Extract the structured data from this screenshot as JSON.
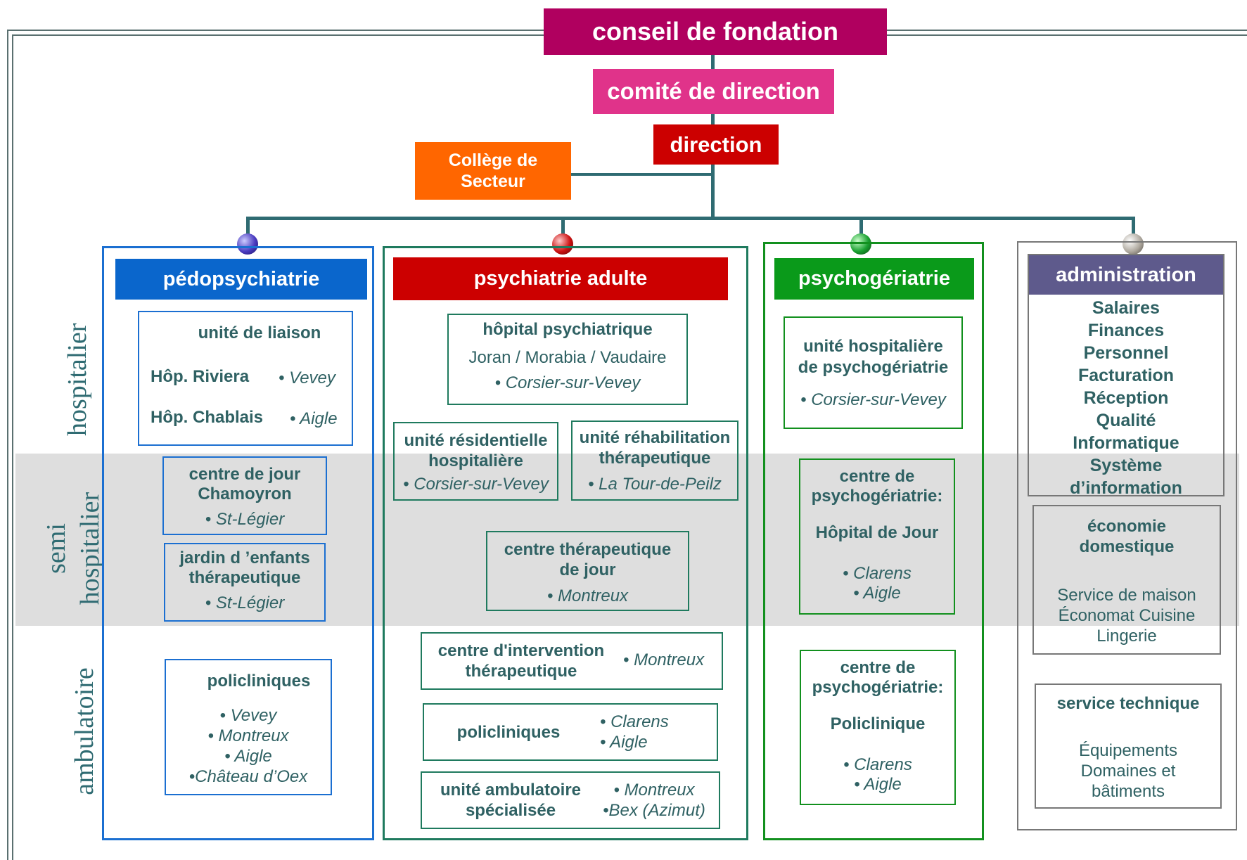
{
  "top": {
    "conseil": "conseil de fondation",
    "comite": "comité de direction",
    "direction": "direction",
    "college_line1": "Collège de",
    "college_line2": "Secteur"
  },
  "row_labels": {
    "hospitalier": "hospitalier",
    "semi_line1": "semi",
    "semi_line2": "hospitalier",
    "ambulatoire": "ambulatoire"
  },
  "colors": {
    "conseil": "#b0005f",
    "comite": "#e0338a",
    "direction": "#cc0000",
    "college": "#ff6600",
    "pedo": "#0a66cc",
    "adulte": "#cc0000",
    "geria": "#0a9a1a",
    "admin": "#5e5a8c"
  },
  "pedo": {
    "title": "pédopsychiatrie",
    "liaison": {
      "title": "unité de liaison",
      "riviera": "Hôp. Riviera",
      "riviera_loc": "• Vevey",
      "chablais": "Hôp. Chablais",
      "chablais_loc": "• Aigle"
    },
    "centre_jour": {
      "line1": "centre de jour",
      "line2": "Chamoyron",
      "loc": "• St-Légier"
    },
    "jardin": {
      "line1": "jardin d ’enfants",
      "line2": "thérapeutique",
      "loc": "• St-Légier"
    },
    "policliniques": {
      "title": "policliniques",
      "locs": [
        "• Vevey",
        "• Montreux",
        "• Aigle",
        "•Château d’Oex"
      ]
    }
  },
  "adulte": {
    "title": "psychiatrie adulte",
    "hopital": {
      "title": "hôpital psychiatrique",
      "sites": "Joran / Morabia / Vaudaire",
      "loc": "• Corsier-sur-Vevey"
    },
    "residentielle": {
      "line1": "unité résidentielle",
      "line2": "hospitalière",
      "loc": "• Corsier-sur-Vevey"
    },
    "rehabilitation": {
      "line1": "unité réhabilitation",
      "line2": "thérapeutique",
      "loc": "• La Tour-de-Peilz"
    },
    "centre_therap": {
      "line1": "centre thérapeutique",
      "line2": "de jour",
      "loc": "• Montreux"
    },
    "intervention": {
      "line1": "centre d'intervention",
      "line2": "thérapeutique",
      "loc": "• Montreux"
    },
    "policliniques": {
      "title": "policliniques",
      "loc1": "• Clarens",
      "loc2": "• Aigle"
    },
    "ambulatoire": {
      "line1": "unité ambulatoire",
      "line2": "spécialisée",
      "loc1": "• Montreux",
      "loc2": "•Bex (Azimut)"
    }
  },
  "geria": {
    "title": "psychogériatrie",
    "hosp": {
      "line1": "unité hospitalière",
      "line2": "de psychogériatrie",
      "loc": "• Corsier-sur-Vevey"
    },
    "jour": {
      "line1": "centre de",
      "line2": "psychogériatrie:",
      "line3": "Hôpital de Jour",
      "loc1": "• Clarens",
      "loc2": "• Aigle"
    },
    "poli": {
      "line1": "centre de",
      "line2": "psychogériatrie:",
      "line3": "Policlinique",
      "loc1": "• Clarens",
      "loc2": "• Aigle"
    }
  },
  "admin": {
    "title": "administration",
    "items": [
      "Salaires",
      "Finances",
      "Personnel",
      "Facturation",
      "Réception",
      "Qualité",
      "Informatique",
      "Système",
      "d’information"
    ],
    "eco": {
      "line1": "économie",
      "line2": "domestique",
      "text1": "Service de maison",
      "text2": "Économat  Cuisine",
      "text3": "Lingerie"
    },
    "tech": {
      "title": "service technique",
      "text1": "Équipements",
      "text2": "Domaines et",
      "text3": "bâtiments"
    }
  }
}
